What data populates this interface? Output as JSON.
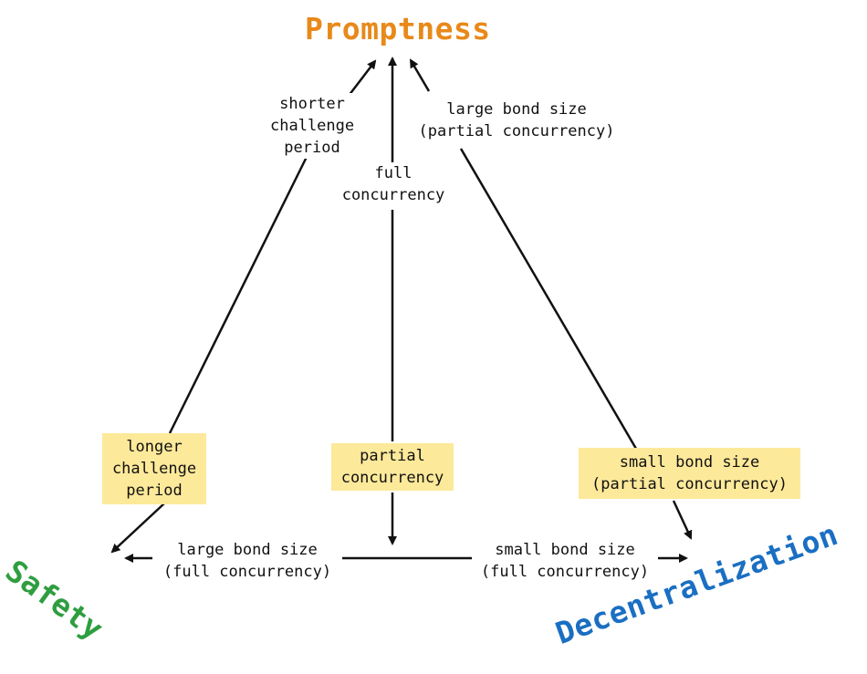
{
  "vertices": {
    "top": {
      "text": "Promptness",
      "color": "#e8891a"
    },
    "left": {
      "text": "Safety",
      "color": "#2e9e3f"
    },
    "right": {
      "text": "Decentralization",
      "color": "#1a6fc2"
    }
  },
  "edges": {
    "safety_to_promptness": {
      "text": "shorter\nchallenge\nperiod"
    },
    "promptness_to_safety": {
      "text": "longer\nchallenge\nperiod"
    },
    "center_up": {
      "text": "full\nconcurrency"
    },
    "center_down": {
      "text": "partial\nconcurrency"
    },
    "decentral_to_promptness": {
      "text": "large bond size\n(partial concurrency)"
    },
    "promptness_to_decentral": {
      "text": "small bond size\n(partial concurrency)"
    },
    "bottom_left": {
      "text": "large bond size\n(full concurrency)"
    },
    "bottom_right": {
      "text": "small bond size\n(full concurrency)"
    }
  },
  "colors": {
    "line": "#111111",
    "highlight": "#fde99a"
  }
}
